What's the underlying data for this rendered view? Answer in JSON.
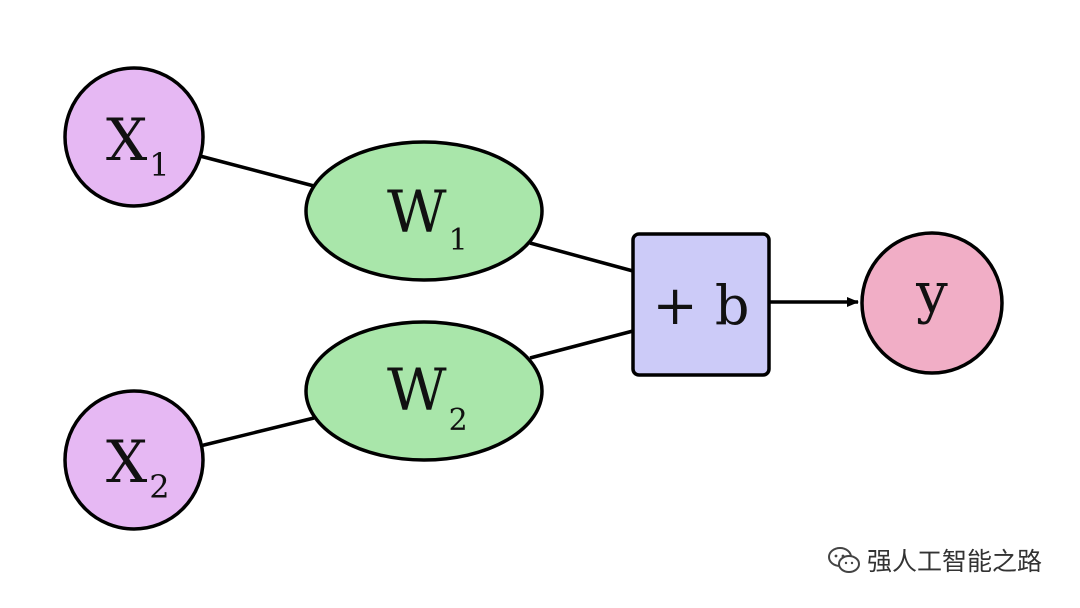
{
  "diagram": {
    "nodes": {
      "x1": {
        "main": "X",
        "sub": "1",
        "fill": "#e6b8f3"
      },
      "x2": {
        "main": "X",
        "sub": "2",
        "fill": "#e6b8f3"
      },
      "w1": {
        "main": "W",
        "sub": "1",
        "fill": "#a9e6aa"
      },
      "w2": {
        "main": "W",
        "sub": "2",
        "fill": "#a9e6aa"
      },
      "bias": {
        "main": "+ b",
        "fill": "#cccbf8"
      },
      "y": {
        "main": "y",
        "fill": "#f1aec6"
      }
    },
    "stroke_color": "#000000"
  },
  "watermark": {
    "text": "强人工智能之路",
    "icon": "wechat-icon"
  }
}
